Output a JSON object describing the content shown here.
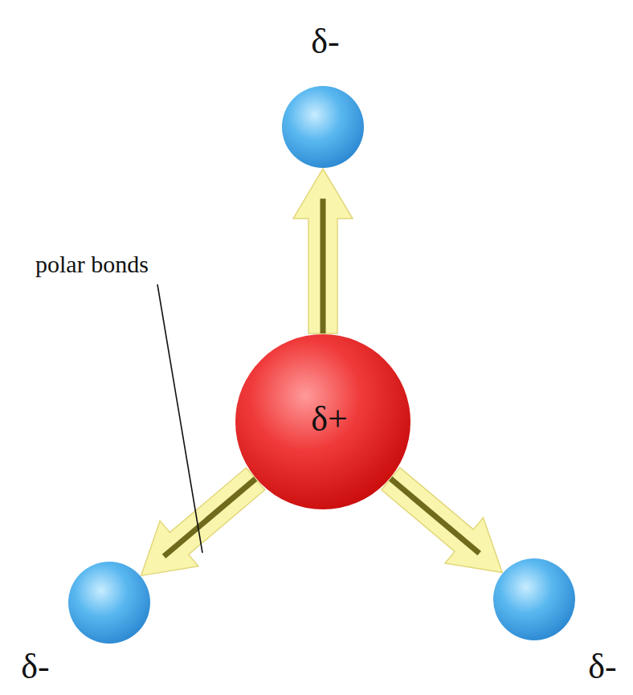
{
  "diagram": {
    "nodes": [
      {
        "text": [
          "δ-"
        ]
      },
      {
        "text": [
          "δ+"
        ]
      },
      {
        "text": [
          "δ-"
        ]
      },
      {
        "text": [
          "δ-"
        ]
      }
    ],
    "edges": [
      {
        "from": 1,
        "to": 0,
        "arrow": "to"
      },
      {
        "from": 1,
        "to": 2,
        "arrow": "to"
      },
      {
        "from": 1,
        "to": 3,
        "arrow": "to"
      }
    ],
    "labels": [
      "polar bonds"
    ]
  }
}
